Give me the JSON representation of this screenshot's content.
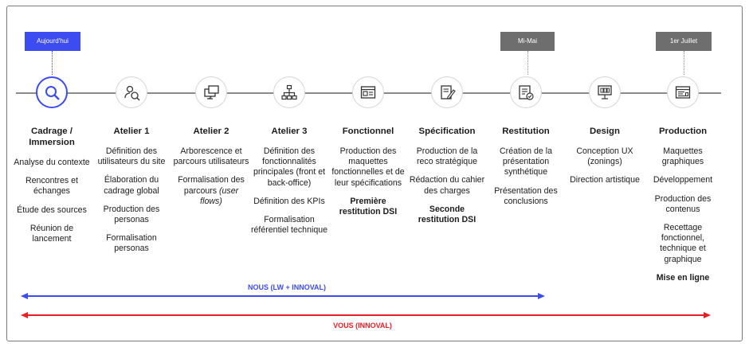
{
  "markers": [
    {
      "label": "Aujourd'hui"
    },
    {
      "label": "Mi-Mai"
    },
    {
      "label": "1er Juillet"
    }
  ],
  "phases": [
    {
      "title": "Cadrage / Immersion",
      "icon": "search-icon",
      "items": [
        {
          "text": "Analyse du contexte"
        },
        {
          "text": "Rencontres et échanges"
        },
        {
          "text": "Étude des sources"
        },
        {
          "text": "Réunion de lancement"
        }
      ]
    },
    {
      "title": "Atelier 1",
      "icon": "user-search-icon",
      "items": [
        {
          "text": "Définition des utilisateurs du site"
        },
        {
          "text": "Élaboration du cadrage global"
        },
        {
          "text": "Production des personas"
        },
        {
          "text": "Formalisation personas"
        }
      ]
    },
    {
      "title": "Atelier 2",
      "icon": "monitor-layers-icon",
      "items": [
        {
          "text": "Arborescence et parcours utilisateurs"
        },
        {
          "text": "Formalisation des parcours ",
          "em": "(user flows)"
        }
      ]
    },
    {
      "title": "Atelier 3",
      "icon": "hierarchy-icon",
      "items": [
        {
          "text": "Définition des fonctionnalités principales (front et back-office)"
        },
        {
          "text": "Définition des KPIs"
        },
        {
          "text": "Formalisation référentiel technique"
        }
      ]
    },
    {
      "title": "Fonctionnel",
      "icon": "wireframe-icon",
      "items": [
        {
          "text": "Production des maquettes fonctionnelles et de leur spécifications"
        },
        {
          "text": "Première restitution DSI",
          "bold": true
        }
      ]
    },
    {
      "title": "Spécification",
      "icon": "document-edit-icon",
      "items": [
        {
          "text": "Production de la reco stratégique"
        },
        {
          "text": "Rédaction du cahier des charges"
        },
        {
          "text": "Seconde restitution DSI",
          "bold": true
        }
      ]
    },
    {
      "title": "Restitution",
      "icon": "checklist-icon",
      "items": [
        {
          "text": "Création de la présentation synthétique"
        },
        {
          "text": "Présentation des conclusions"
        }
      ]
    },
    {
      "title": "Design",
      "icon": "design-board-icon",
      "items": [
        {
          "text": "Conception UX (zonings)"
        },
        {
          "text": "Direction artistique"
        }
      ]
    },
    {
      "title": "Production",
      "icon": "browser-code-icon",
      "items": [
        {
          "text": "Maquettes graphiques"
        },
        {
          "text": "Développement"
        },
        {
          "text": "Production des contenus"
        },
        {
          "text": "Recettage fonctionnel, technique et graphique"
        },
        {
          "text": "Mise en ligne",
          "bold": true
        }
      ]
    }
  ],
  "arrows": [
    {
      "label": "NOUS (LW + INNOVAL)",
      "color": "#3d4cf0"
    },
    {
      "label": "VOUS (INNOVAL)",
      "color": "#ea1e24"
    }
  ]
}
